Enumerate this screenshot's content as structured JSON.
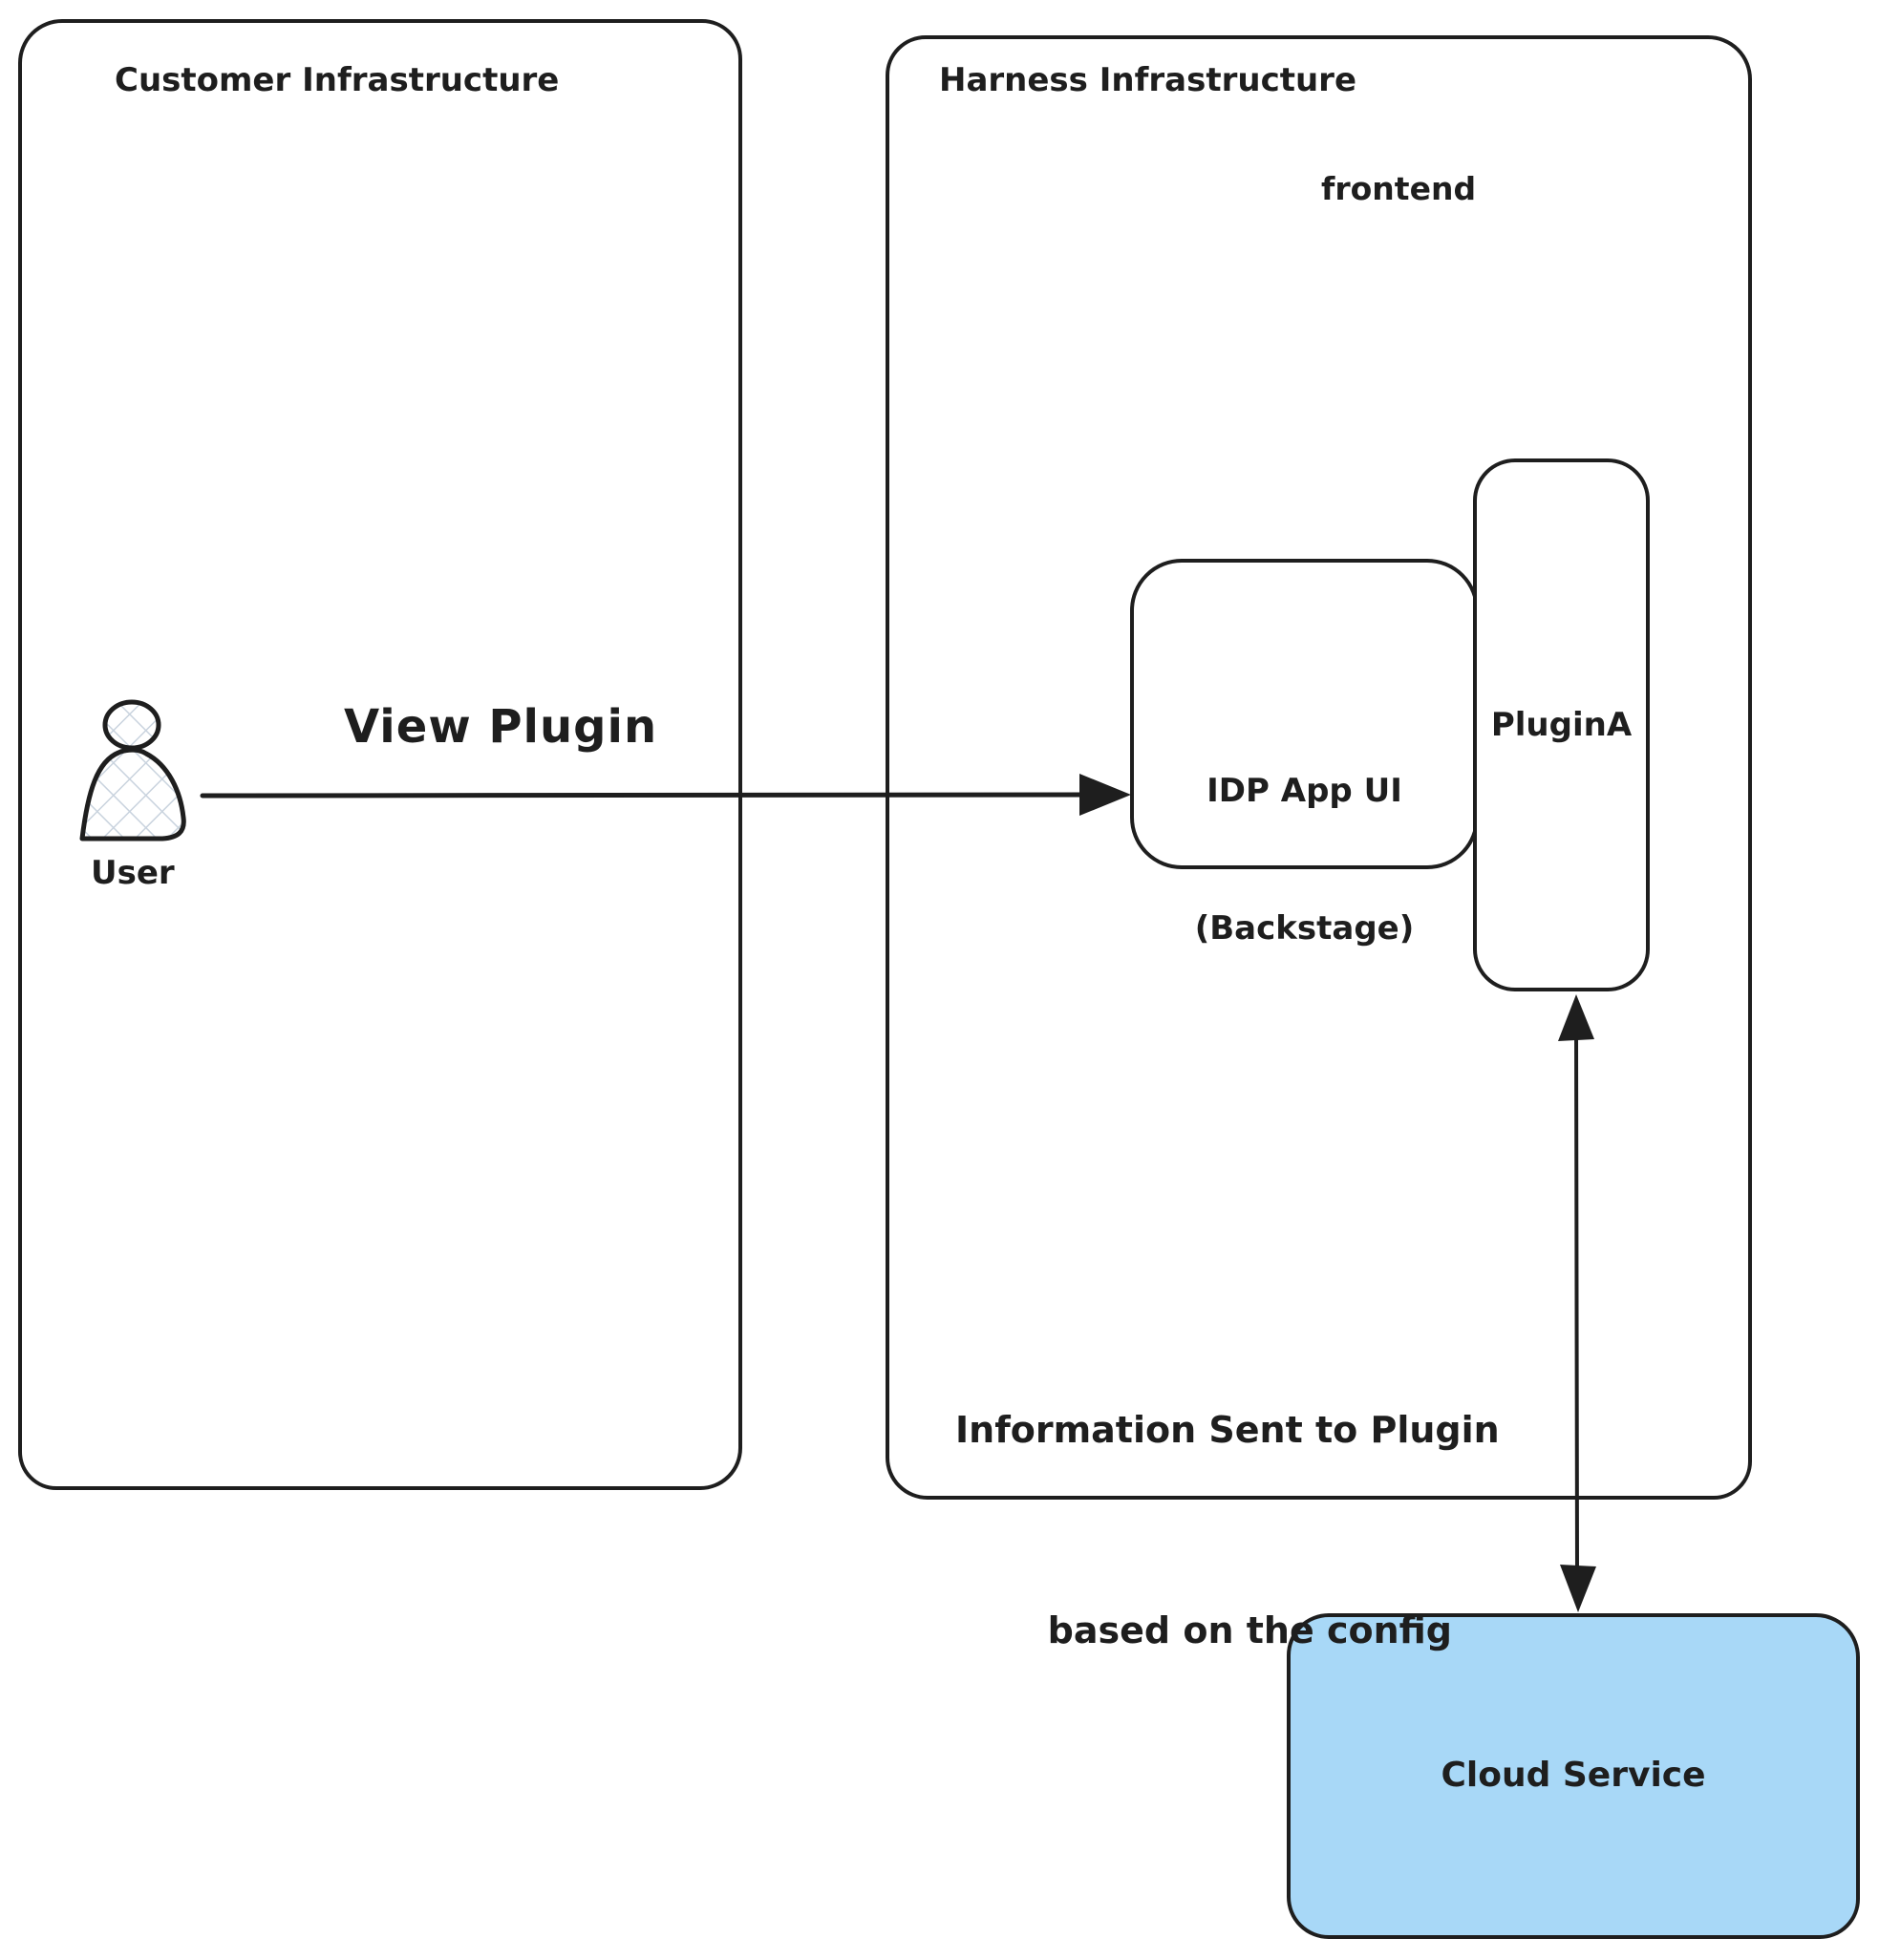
{
  "colors": {
    "stroke": "#1e1e1e",
    "cloud_fill": "#a8d8f7",
    "hatch": "#c9d3de",
    "background": "#ffffff"
  },
  "diagram": {
    "customer": {
      "title": "Customer Infrastructure"
    },
    "harness": {
      "title": "Harness Infrastructure",
      "frontend_label": "frontend"
    },
    "nodes": {
      "idp": {
        "line1": "IDP App UI",
        "line2": "(Backstage)"
      },
      "plugin_a": {
        "label": "PluginA"
      },
      "cloud": {
        "label": "Cloud Service"
      },
      "user": {
        "label": "User"
      }
    },
    "edges": {
      "view_plugin": {
        "label": "View Plugin"
      },
      "info": {
        "line1": "Information Sent to Plugin",
        "line2": "based on the config"
      }
    }
  }
}
